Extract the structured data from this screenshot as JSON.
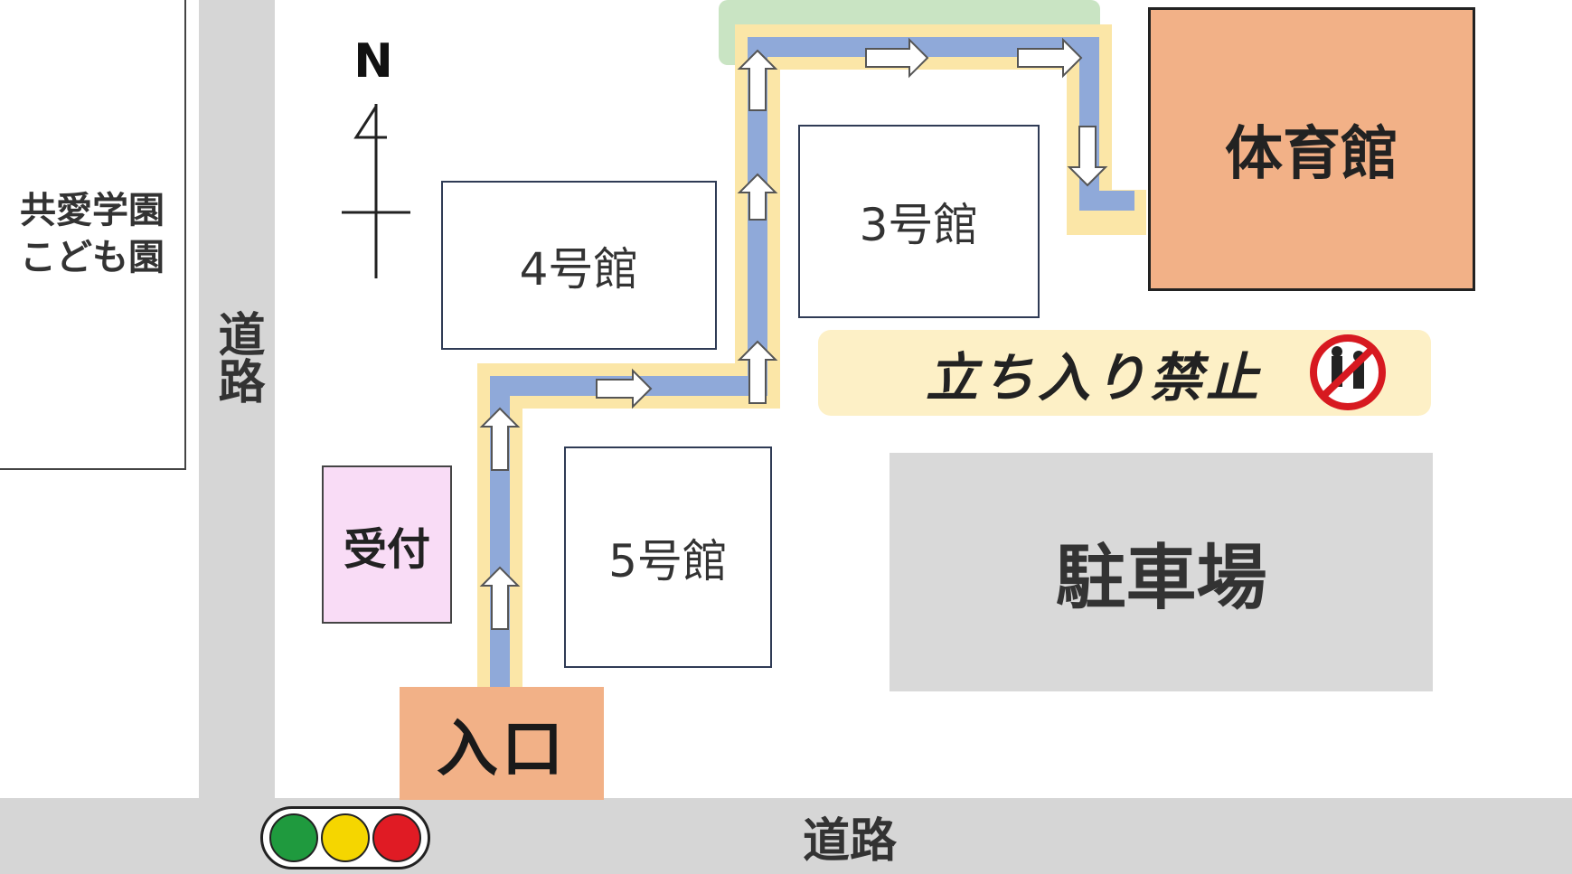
{
  "map": {
    "nursery_name_line1": "共愛学園",
    "nursery_name_line2": "こども園",
    "road_vertical_label": "道路",
    "road_horizontal_label": "道路",
    "north_label": "N",
    "buildings": {
      "building_4": "4号館",
      "building_3": "3号館",
      "building_5": "5号館",
      "gym": "体育館"
    },
    "reception": "受付",
    "entrance": "入口",
    "parking": "駐車場",
    "no_entry": "立ち入り禁止",
    "traffic_light": [
      "green",
      "yellow",
      "red"
    ]
  },
  "colors": {
    "route_inner": "#8fa9d9",
    "route_outer": "#fbe6a7",
    "gym_fill": "#f2b187",
    "entrance_fill": "#f2b187",
    "reception_fill": "#f9dcf6",
    "no_entry_band": "#fdf0c6",
    "park_strip": "#c9e4c3",
    "prohibition_red": "#d71920",
    "signal_green": "#1f9a3e",
    "signal_yellow": "#f5d600",
    "signal_red": "#e01b24"
  },
  "icons": [
    "compass-north-icon",
    "route-arrow-icon",
    "no-entry-icon",
    "traffic-light-icon"
  ]
}
